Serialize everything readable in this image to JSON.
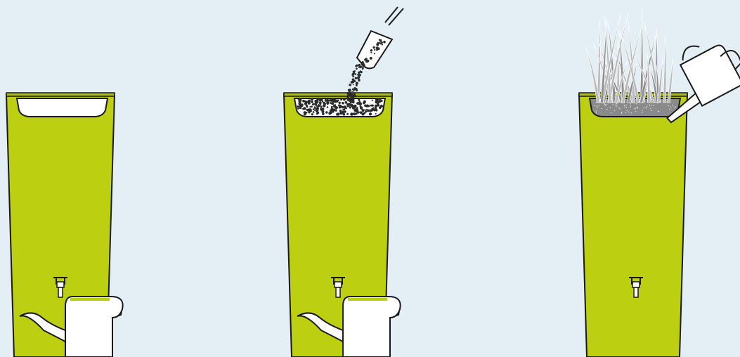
{
  "illustration": {
    "background_color": "#e3eef5",
    "tank_color": "#bccf10",
    "outline_color": "#1a1a1a",
    "gravel_color": "#2b2b2b",
    "soil_color": "#8a8a8a",
    "grass_color": "#b9b9b9",
    "steps": [
      {
        "id": "step-1",
        "content": "empty-planter",
        "accessories": [
          "tap-icon",
          "watering-can-icon"
        ]
      },
      {
        "id": "step-2",
        "content": "gravel-being-poured",
        "accessories": [
          "scoop-icon",
          "tap-icon",
          "watering-can-icon"
        ]
      },
      {
        "id": "step-3",
        "content": "grass-being-watered",
        "accessories": [
          "watering-can-icon",
          "tap-icon"
        ]
      }
    ]
  }
}
